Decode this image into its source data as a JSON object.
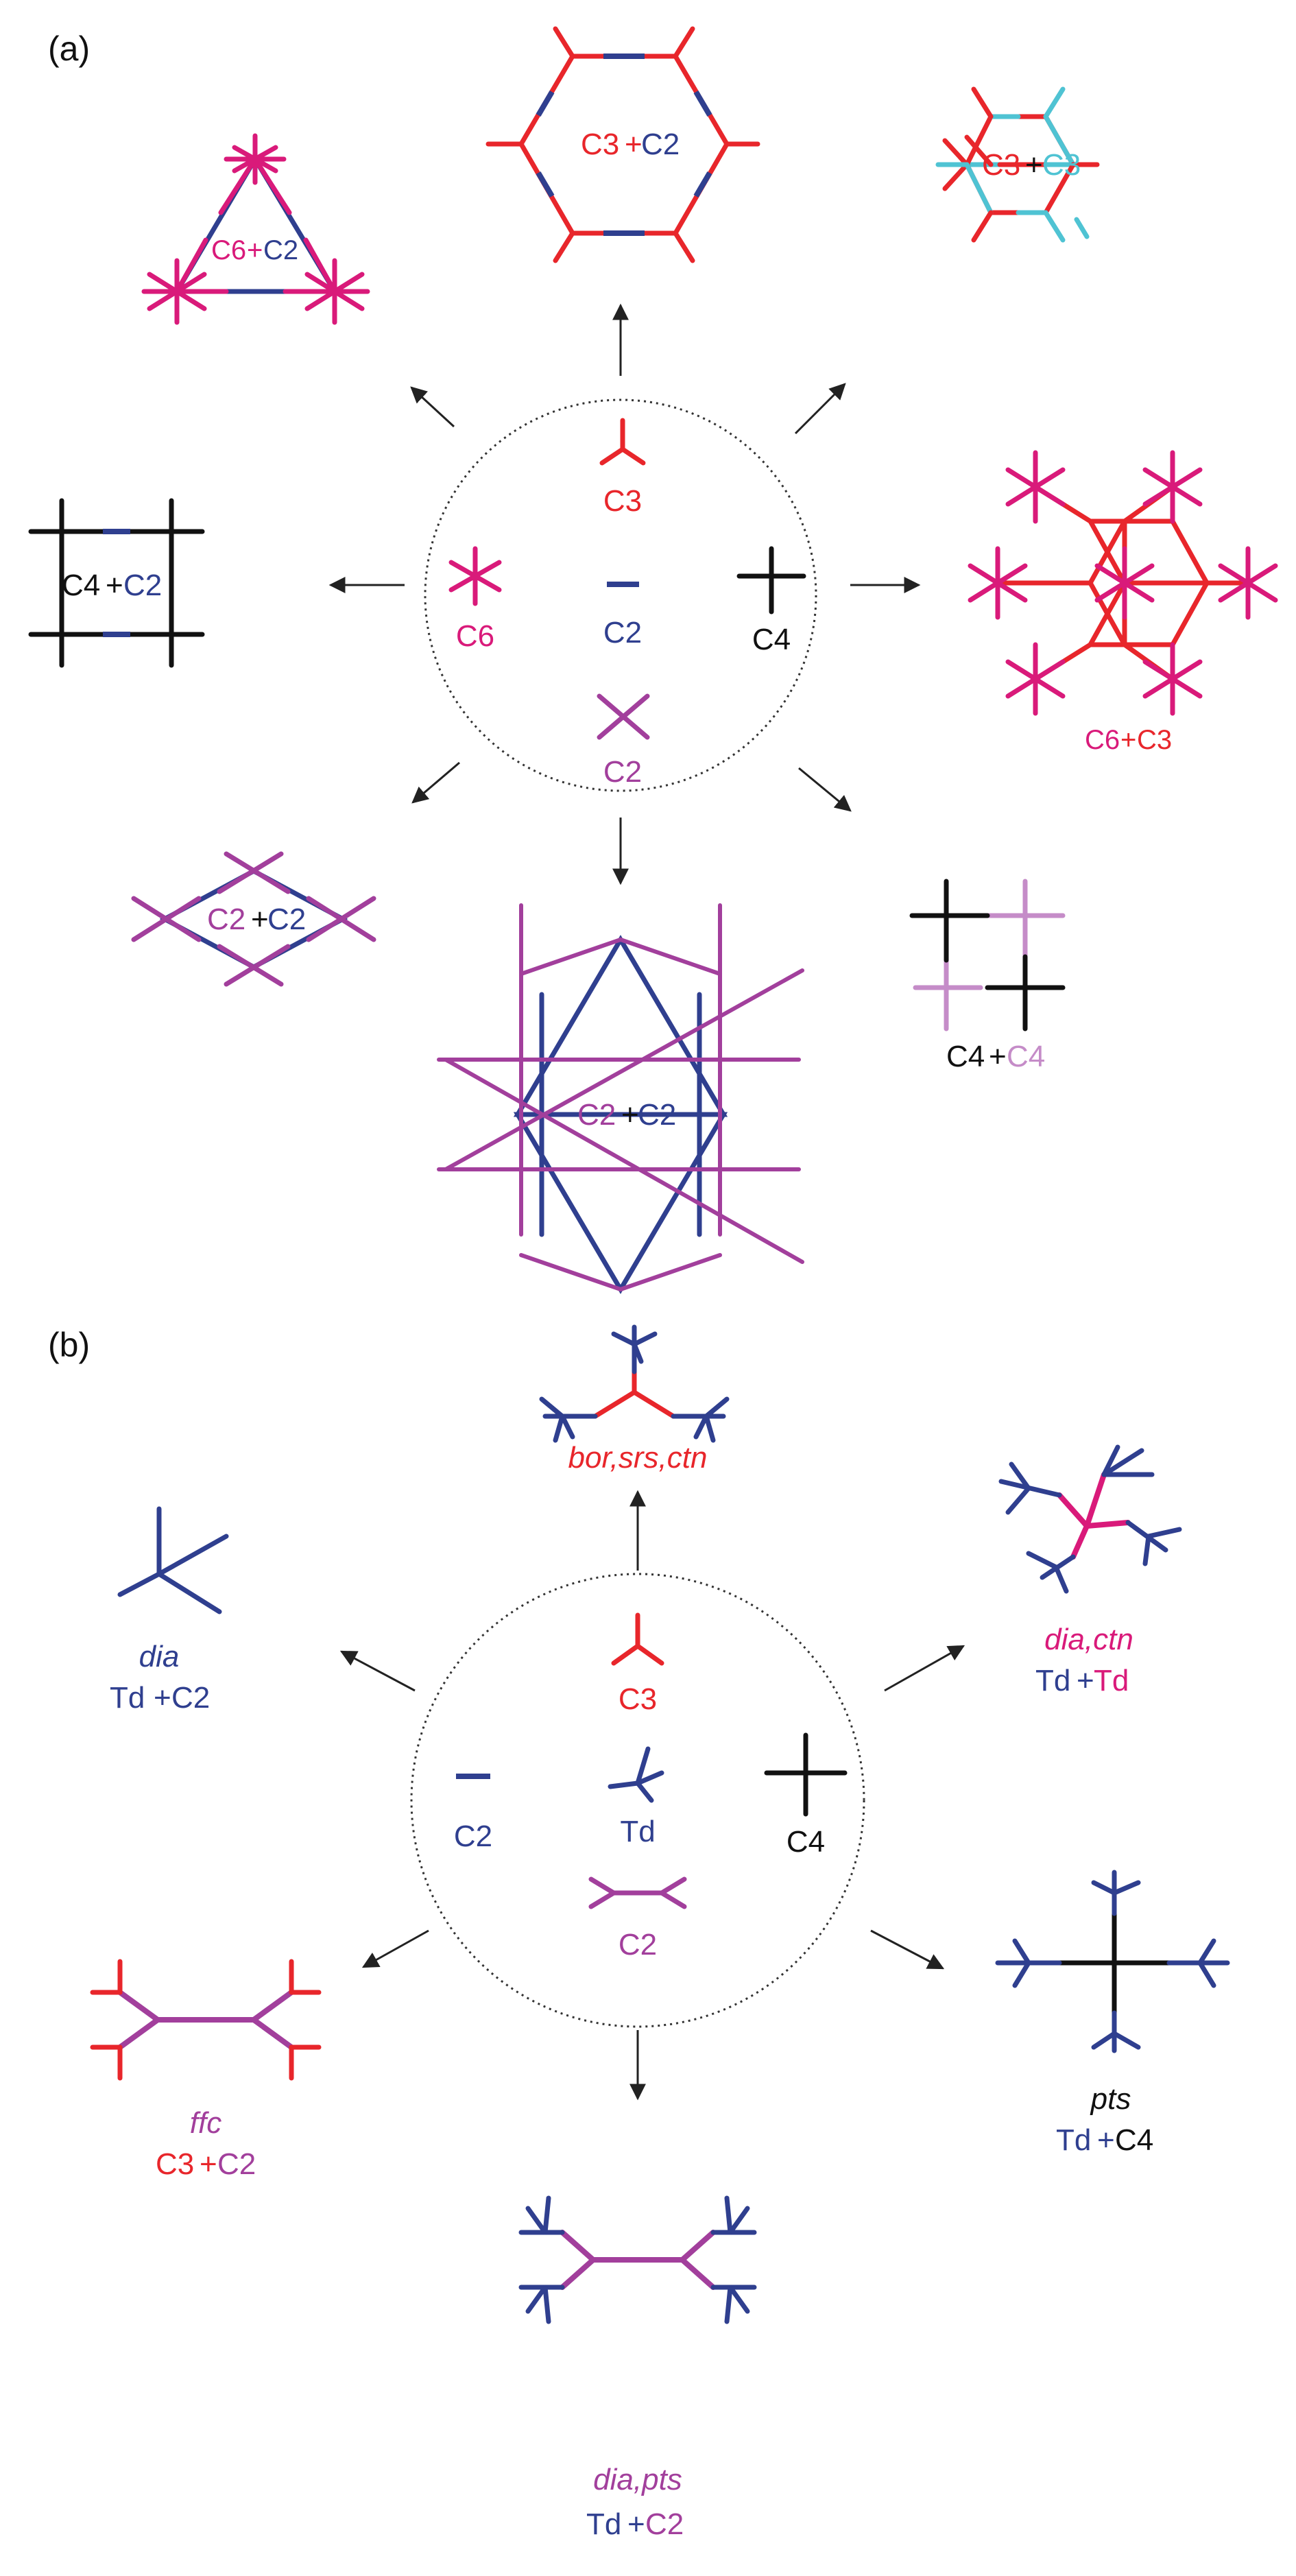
{
  "colors": {
    "red": "#e8262b",
    "blue": "#2f3f8f",
    "magenta": "#d91a7a",
    "purple": "#a23f9c",
    "cyan": "#4fc3d3",
    "lilac": "#c58cc8",
    "black": "#111111"
  },
  "panel_a": {
    "label": "(a)",
    "center": {
      "c3": "C3",
      "c6": "C6",
      "c2_bar": "C2",
      "c4": "C4",
      "c2_cross": "C2"
    },
    "nets": {
      "c6c2": {
        "a": "C6",
        "plus": "+",
        "b": "C2"
      },
      "c3c2": {
        "a": "C3",
        "plus": "+",
        "b": "C2"
      },
      "c3c3": {
        "a": "C3",
        "plus": "+",
        "b": "C3"
      },
      "c4c2": {
        "a": "C4",
        "plus": "+",
        "b": "C2"
      },
      "c6c3": {
        "a": "C6",
        "plus": "+",
        "b": "C3"
      },
      "c2c2_rhomb": {
        "a": "C2",
        "plus": "+",
        "b": "C2"
      },
      "c2c2_kagome": {
        "a": "C2",
        "plus": "+",
        "b": "C2"
      },
      "c4c4": {
        "a": "C4",
        "plus": "+",
        "b": "C4"
      }
    }
  },
  "panel_b": {
    "label": "(b)",
    "center": {
      "c3": "C3",
      "c2_bar": "C2",
      "td": "Td",
      "c4": "C4",
      "c2_h": "C2"
    },
    "nets": {
      "top": {
        "name": "bor,srs,ctn"
      },
      "dia": {
        "name": "dia",
        "a": "Td",
        "plus": "+",
        "b": "C2"
      },
      "diactn": {
        "name": "dia,ctn",
        "a": "Td",
        "plus": "+",
        "b": "Td"
      },
      "ffc": {
        "name": "ffc",
        "a": "C3",
        "plus": "+",
        "b": "C2"
      },
      "pts": {
        "name": "pts",
        "a": "Td",
        "plus": "+",
        "b": "C4"
      },
      "diapts": {
        "name": "dia,pts",
        "a": "Td",
        "plus": "+",
        "b": "C2"
      }
    }
  }
}
